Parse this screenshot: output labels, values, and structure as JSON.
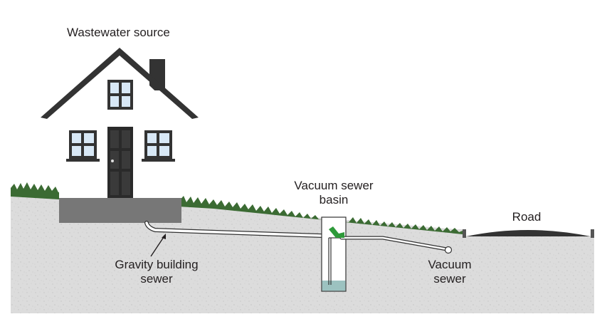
{
  "labels": {
    "wastewater_source": "Wastewater source",
    "vacuum_basin_line1": "Vacuum sewer",
    "vacuum_basin_line2": "basin",
    "road": "Road",
    "gravity_line1": "Gravity building",
    "gravity_line2": "sewer",
    "vacuum_sewer_line1": "Vacuum",
    "vacuum_sewer_line2": "sewer"
  },
  "icons": {
    "house": "house-icon",
    "grass": "grass-strip",
    "valve": "valve-icon",
    "arrow": "pointer-arrow"
  },
  "colors": {
    "ground": "#d9d9d9",
    "grass": "#3b6b33",
    "roof": "#333333",
    "house_wall": "#ffffff",
    "foundation": "#777777",
    "door": "#2a2a2a",
    "window_glass": "#d8e8f6",
    "road": "#333333",
    "valve": "#2e9a3a",
    "water": "#9cc2c0",
    "pipe_outline": "#333333"
  }
}
